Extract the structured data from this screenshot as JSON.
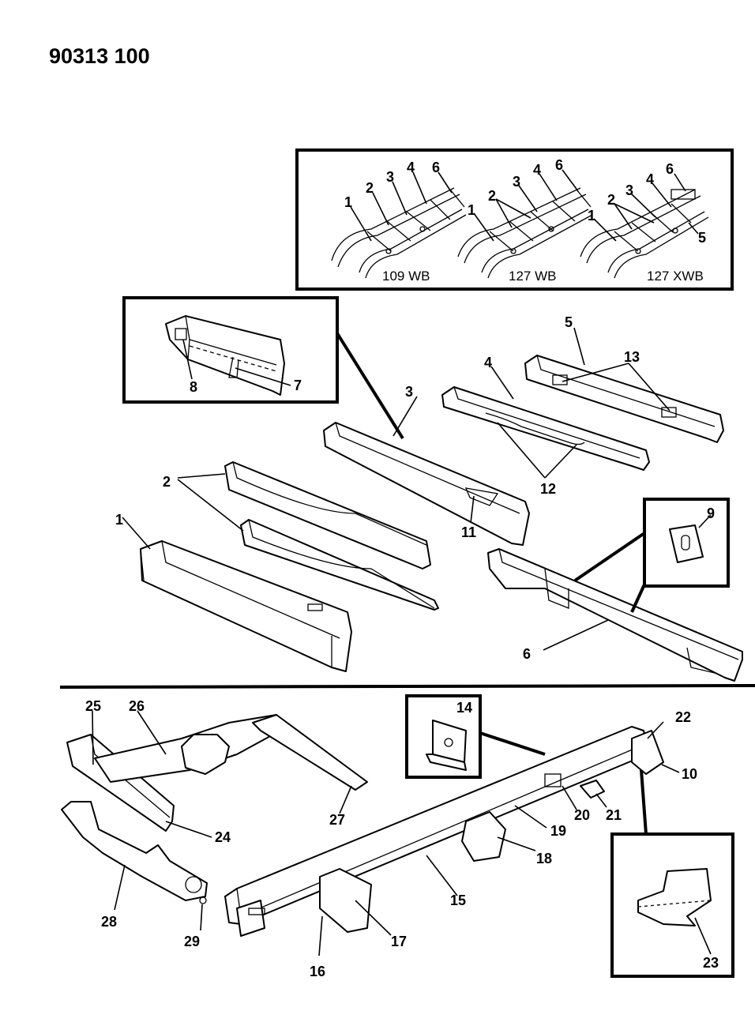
{
  "drawing_code": "90313 100",
  "wheelbase_labels": [
    "109 WB",
    "127 WB",
    "127 XWB"
  ],
  "inset_callouts": {
    "wb109": [
      "1",
      "2",
      "3",
      "4",
      "6"
    ],
    "wb127": [
      "1",
      "2",
      "3",
      "4",
      "6"
    ],
    "xwb127": [
      "1",
      "2",
      "3",
      "4",
      "6",
      "5"
    ]
  },
  "callouts": [
    "1",
    "2",
    "3",
    "4",
    "5",
    "6",
    "7",
    "8",
    "9",
    "10",
    "11",
    "12",
    "13",
    "14",
    "15",
    "16",
    "17",
    "18",
    "19",
    "20",
    "21",
    "22",
    "23",
    "24",
    "25",
    "26",
    "27",
    "28",
    "29"
  ]
}
